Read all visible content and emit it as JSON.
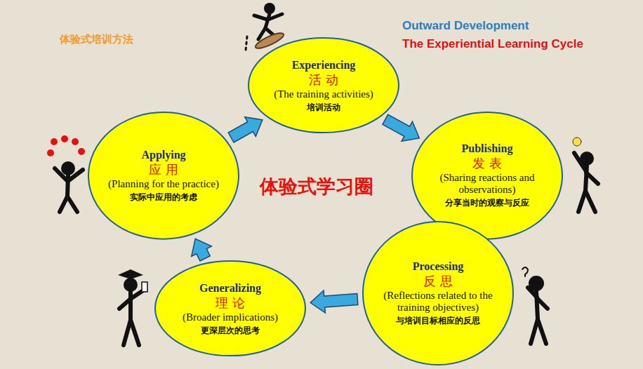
{
  "diagram": {
    "nodes": [
      {
        "text": [
          "Experiencing",
          "活 动",
          "(The training activities)",
          "培训活动"
        ]
      },
      {
        "text": [
          "Publishing",
          "发 表",
          "(Sharing reactions and observations)",
          "分享当时的观察与反应"
        ]
      },
      {
        "text": [
          "Processing",
          "反 思",
          "(Reflections related to the training objectives)",
          "与培训目标相应的反思"
        ]
      },
      {
        "text": [
          "Generalizing",
          "理 论",
          "(Broader implications)",
          "更深层次的思考"
        ]
      },
      {
        "text": [
          "Applying",
          "应 用",
          "(Planning for the practice)",
          "实际中应用的考虑"
        ]
      }
    ],
    "edges": [
      {
        "from": 0,
        "to": 1,
        "arrow": "to"
      },
      {
        "from": 1,
        "to": 2,
        "arrow": "to"
      },
      {
        "from": 2,
        "to": 3,
        "arrow": "to"
      },
      {
        "from": 3,
        "to": 4,
        "arrow": "to"
      },
      {
        "from": 4,
        "to": 0,
        "arrow": "to"
      }
    ],
    "labels": [
      "体验式培训方法",
      "Outward Development",
      "The Experiential Learning Cycle",
      "体验式学习圈"
    ]
  }
}
